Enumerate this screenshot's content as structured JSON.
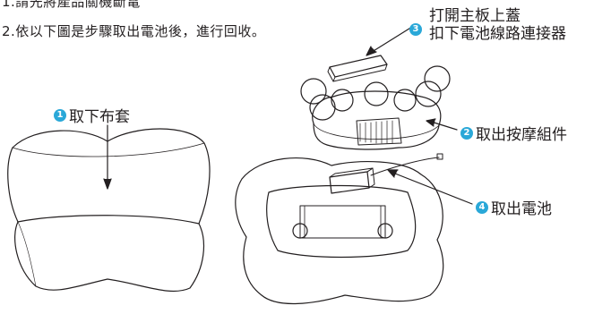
{
  "intro": {
    "line1": "1.請先將產品關機斷電",
    "line2": "2.依以下圖是步驟取出電池後，進行回收。"
  },
  "steps": [
    {
      "number": "1",
      "label": "取下布套"
    },
    {
      "number": "2",
      "label": "取出按摩組件"
    },
    {
      "number": "3",
      "label_line1": "打開主板上蓋",
      "label_line2": "扣下電池線路連接器"
    },
    {
      "number": "4",
      "label": "取出電池"
    }
  ],
  "colors": {
    "badge": "#2aa8d8",
    "line": "#231f20"
  },
  "icons": [
    "pillow-cover",
    "massage-module",
    "board-cover",
    "battery",
    "pillow-base"
  ]
}
